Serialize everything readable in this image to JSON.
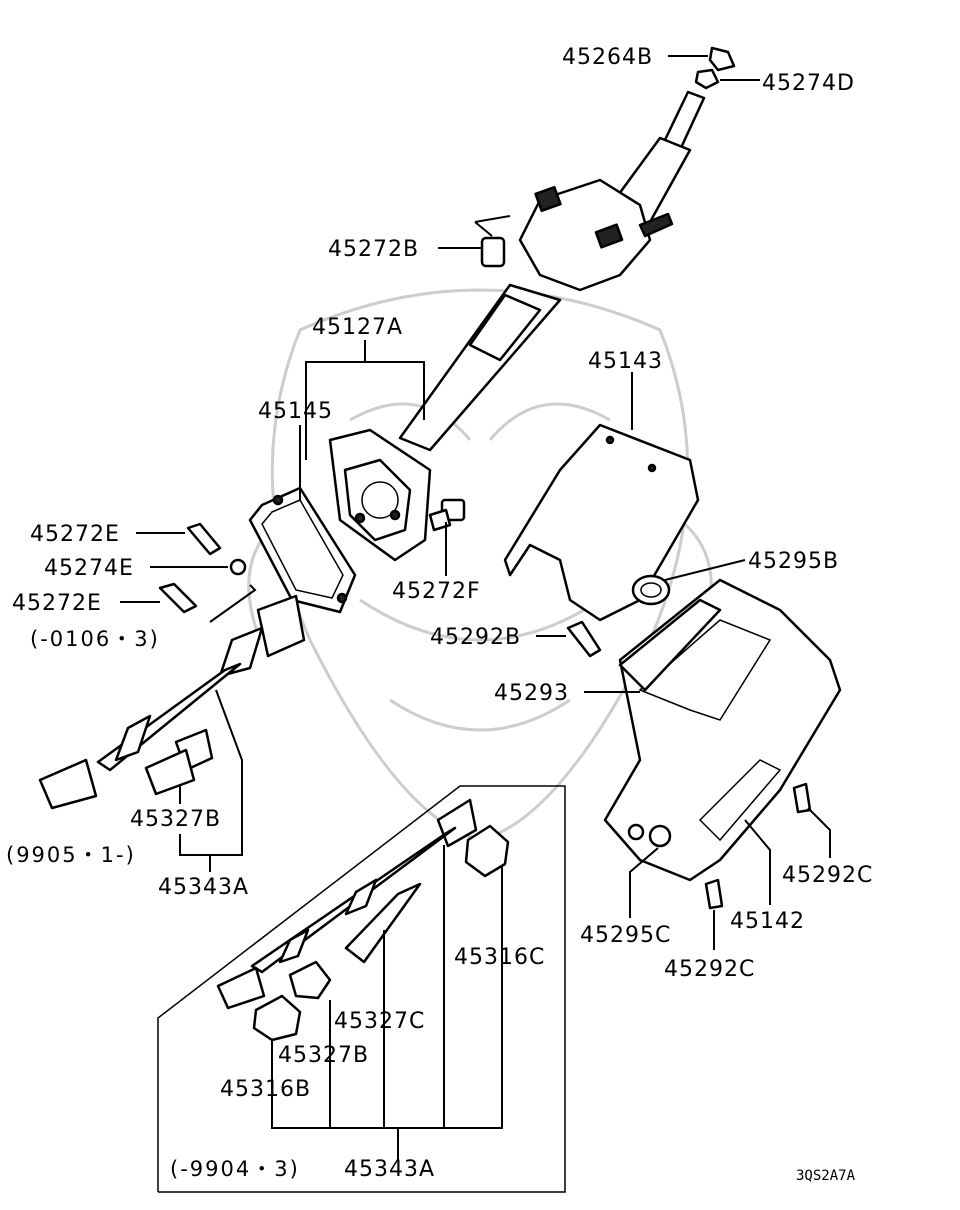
{
  "labels": {
    "p45264B": "45264B",
    "p45274D": "45274D",
    "p45272B": "45272B",
    "p45127A": "45127A",
    "p45143": "45143",
    "p45145": "45145",
    "p45272E_a": "45272E",
    "p45274E": "45274E",
    "p45272E_b": "45272E",
    "p45272F": "45272F",
    "p45295B": "45295B",
    "p45292B": "45292B",
    "p45293": "45293",
    "p45327B_a": "45327B",
    "p45343A_a": "45343A",
    "p45292C_a": "45292C",
    "p45295C": "45295C",
    "p45142": "45142",
    "p45292C_b": "45292C",
    "p45316C": "45316C",
    "p45327C": "45327C",
    "p45327B_b": "45327B",
    "p45316B": "45316B",
    "p45343A_b": "45343A"
  },
  "notes": {
    "date_a": "(-0106・3)",
    "date_b": "(9905・1-)",
    "date_c": "(-9904・3)"
  },
  "diagram_code": "3QS2A7A",
  "icons": {
    "watermark": "samurai-mask-watermark"
  }
}
